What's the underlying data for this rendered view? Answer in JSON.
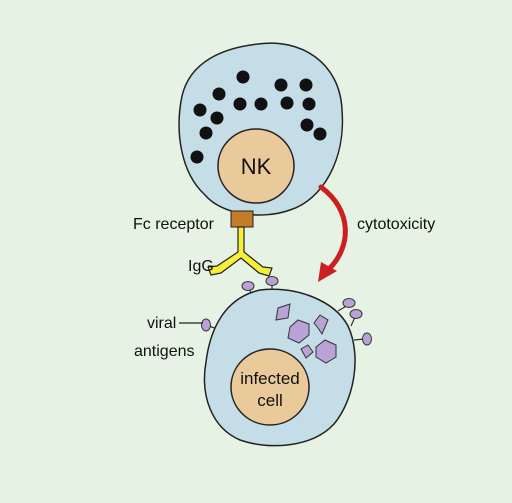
{
  "labels": {
    "nucleus_nk": "NK",
    "fc_receptor": "Fc receptor",
    "igg": "IgG",
    "cytotoxicity": "cytotoxicity",
    "viral_antigens_line1": "viral",
    "viral_antigens_line2": "antigens",
    "infected_cell_line1": "infected",
    "infected_cell_line2": "cell"
  },
  "colors": {
    "background": "#e6f2e4",
    "cell_fill": "#c4dde6",
    "nucleus_fill": "#eac99b",
    "granule": "#111111",
    "fc_receptor": "#c47b2a",
    "igg": "#f5ef3a",
    "antigen": "#b9a2d6",
    "arrow": "#cc1f1f"
  }
}
